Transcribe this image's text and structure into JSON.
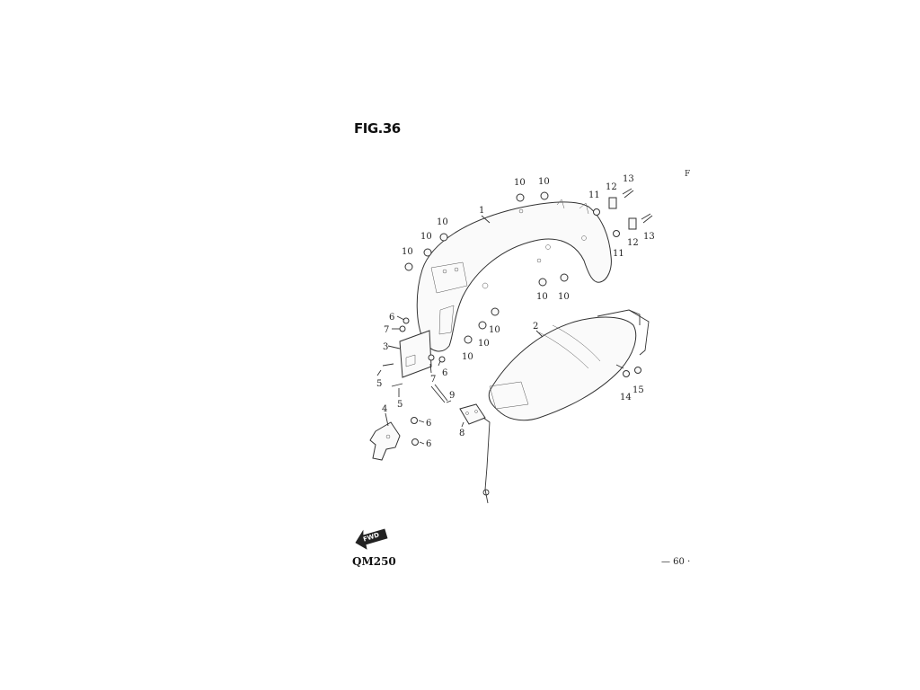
{
  "figure": {
    "title": "FIG.36"
  },
  "footer": {
    "model": "QM250",
    "page_number": "— 60 ·"
  },
  "fwd_badge": {
    "label": "FWD"
  },
  "edge_mark": "F",
  "callouts": {
    "c1": "1",
    "c2": "2",
    "c3": "3",
    "c4": "4",
    "c5a": "5",
    "c5b": "5",
    "c6a": "6",
    "c6b": "6",
    "c6c": "6",
    "c6d": "6",
    "c7a": "7",
    "c7b": "7",
    "c8": "8",
    "c9": "9",
    "c10a": "10",
    "c10b": "10",
    "c10c": "10",
    "c10d": "10",
    "c10e": "10",
    "c10f": "10",
    "c10g": "10",
    "c10h": "10",
    "c10i": "10",
    "c11a": "11",
    "c11b": "11",
    "c12a": "12",
    "c12b": "12",
    "c13a": "13",
    "c13b": "13",
    "c14": "14",
    "c15": "15"
  }
}
